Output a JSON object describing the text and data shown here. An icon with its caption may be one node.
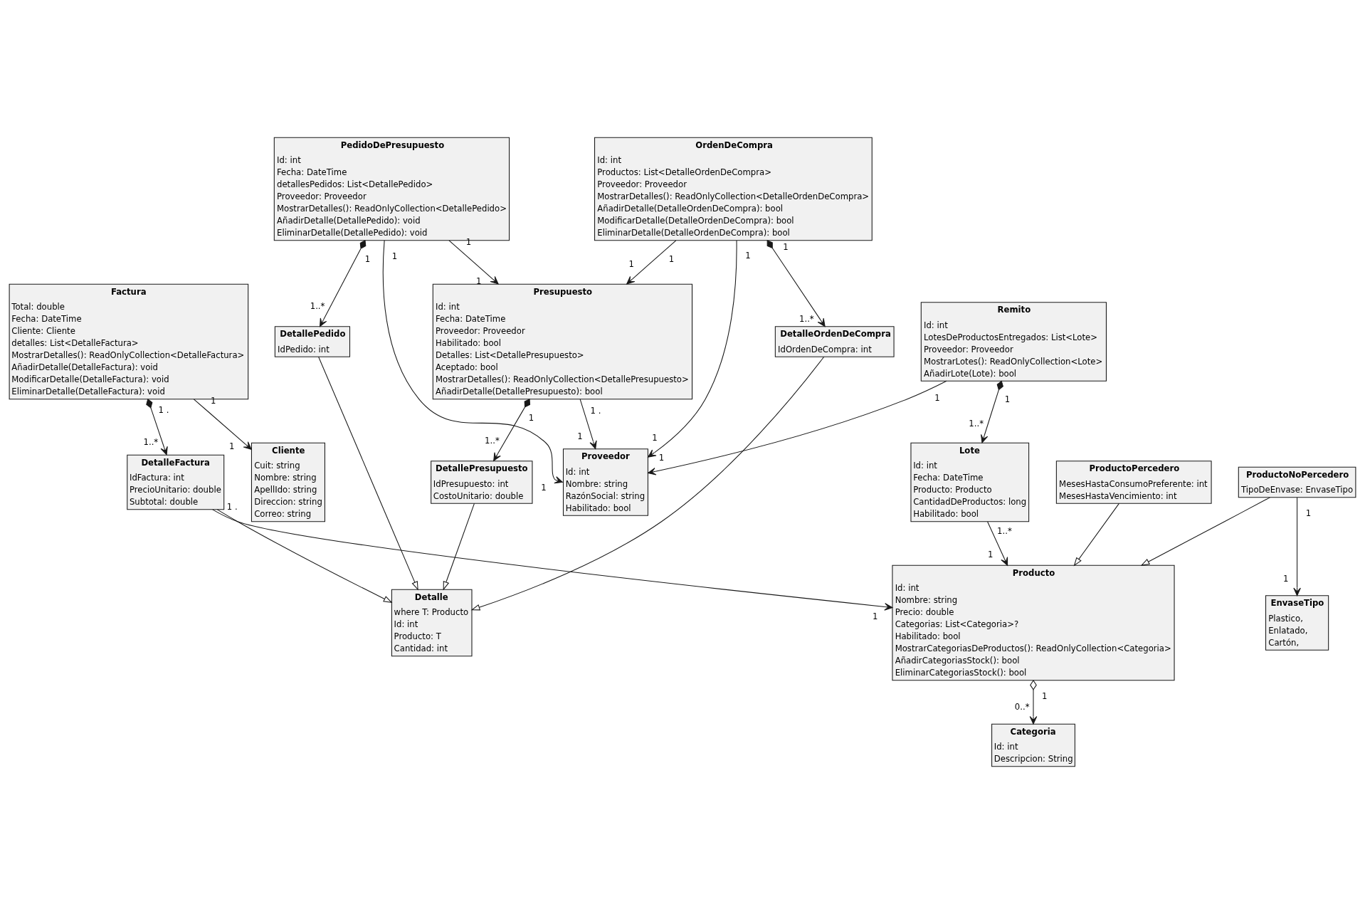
{
  "diagram": {
    "nodes": [
      {
        "text": [
          "Cliente",
          "Cuit: string",
          "Nombre: string",
          "ApellIdo: string",
          "Direccion: string",
          "Correo: string"
        ]
      },
      {
        "text": [
          "PedidoDePresupuesto",
          "Id: int",
          "Fecha: DateTime",
          "detallesPedidos: List<DetallePedido>",
          "Proveedor: Proveedor",
          "MostrarDetalles(): ReadOnlyCollection<DetallePedido>",
          "AñadirDetalle(DetallePedido): void",
          "EliminarDetalle(DetallePedido): void"
        ]
      },
      {
        "text": [
          "OrdenDeCompra",
          "Id: int",
          "Productos: List<DetalleOrdenDeCompra>",
          "Proveedor: Proveedor",
          "MostrarDetalles(): ReadOnlyCollection<DetalleOrdenDeCompra>",
          "AñadirDetalle(DetalleOrdenDeCompra): bool",
          "ModificarDetalle(DetalleOrdenDeCompra): bool",
          "EliminarDetalle(DetalleOrdenDeCompra): bool"
        ]
      },
      {
        "text": [
          "Remito",
          "Id: int",
          "LotesDeProductosEntregados: List<Lote>",
          "Proveedor: Proveedor",
          "MostrarLotes(): ReadOnlyCollection<Lote>",
          "AñadirLote(Lote): bool"
        ]
      },
      {
        "text": [
          "Detalle",
          "where T: Producto",
          "Id: int",
          "Producto: T",
          "Cantidad: int"
        ]
      },
      {
        "text": [
          "Factura",
          "Total: double",
          "Fecha: DateTime",
          "Cliente: Cliente",
          "detalles: List<DetalleFactura>",
          "MostrarDetalles(): ReadOnlyCollection<DetalleFactura>",
          "AñadirDetalle(DetalleFactura): void",
          "ModificarDetalle(DetalleFactura): void",
          "EliminarDetalle(DetalleFactura): void"
        ]
      },
      {
        "text": [
          "Proveedor",
          "Id: int",
          "Nombre: string",
          "RazónSocial: string",
          "Habilitado: bool"
        ]
      },
      {
        "text": [
          "DetallePedido",
          "IdPedido: int"
        ]
      },
      {
        "text": [
          "DetalleOrdenDeCompra",
          "IdOrdenDeCompra: int"
        ]
      },
      {
        "text": [
          "Categoria",
          "Id: int",
          "Descripcion: String"
        ]
      },
      {
        "text": [
          "DetalleFactura",
          "IdFactura: int",
          "PrecioUnitario: double",
          "Subtotal: double"
        ]
      },
      {
        "text": [
          "Presupuesto",
          "Id: int",
          "Fecha: DateTime",
          "Proveedor: Proveedor",
          "Habilitado: bool",
          "Detalles: List<DetallePresupuesto>",
          "Aceptado: bool",
          "MostrarDetalles(): ReadOnlyCollection<DetallePresupuesto>",
          "AñadirDetalle(DetallePresupuesto): bool"
        ]
      },
      {
        "text": [
          "Producto",
          "Id: int",
          "Nombre: string",
          "Precio: double",
          "Categorias: List<Categoria>?",
          "Habilitado: bool",
          "MostrarCategoriasDeProductos(): ReadOnlyCollection<Categoria>",
          "AñadirCategoriasStock(): bool",
          "EliminarCategoriasStock(): bool"
        ]
      },
      {
        "text": [
          "DetallePresupuesto",
          "IdPresupuesto: int",
          "CostoUnitario: double"
        ]
      },
      {
        "text": [
          "Lote",
          "Id: int",
          "Fecha: DateTime",
          "Producto: Producto",
          "CantidadDeProductos: long",
          "Habilitado: bool"
        ]
      },
      {
        "text": [
          "ProductoNoPercedero",
          "TipoDeEnvase: EnvaseTipo"
        ]
      },
      {
        "text": [
          "ProductoPercedero",
          "MesesHastaConsumoPreferente: int",
          "MesesHastaVencimiento: int"
        ]
      },
      {
        "text": [
          "EnvaseTipo",
          "Plastico,",
          "Enlatado,",
          "Cartón,"
        ]
      }
    ],
    "edges": [
      {
        "from": 5,
        "to": 0,
        "arrow": "to"
      },
      {
        "from": 1,
        "to": 11,
        "arrow": "to"
      },
      {
        "from": 1,
        "to": 6,
        "arrow": "to"
      },
      {
        "from": 1,
        "to": 7,
        "arrow": "to"
      },
      {
        "from": 2,
        "to": 11,
        "arrow": "to"
      },
      {
        "from": 2,
        "to": 6,
        "arrow": "to"
      },
      {
        "from": 2,
        "to": 8,
        "arrow": "to"
      },
      {
        "from": 3,
        "to": 6,
        "arrow": "to"
      },
      {
        "from": 3,
        "to": 14,
        "arrow": "to"
      },
      {
        "from": 7,
        "to": 4,
        "arrow": "to"
      },
      {
        "from": 8,
        "to": 4,
        "arrow": "to"
      },
      {
        "from": 13,
        "to": 4,
        "arrow": "to"
      },
      {
        "from": 10,
        "to": 4,
        "arrow": "to"
      },
      {
        "from": 5,
        "to": 10,
        "arrow": "to"
      },
      {
        "from": 11,
        "to": 6,
        "arrow": "to"
      },
      {
        "from": 11,
        "to": 13,
        "arrow": "to"
      },
      {
        "from": 12,
        "to": 9,
        "arrow": "to"
      },
      {
        "from": 10,
        "to": 12,
        "arrow": "to"
      },
      {
        "from": 14,
        "to": 12,
        "arrow": "to"
      },
      {
        "from": 15,
        "to": 12,
        "arrow": "to"
      },
      {
        "from": 16,
        "to": 12,
        "arrow": "to"
      },
      {
        "from": 15,
        "to": 17,
        "arrow": "to"
      }
    ],
    "labels": [
      "1",
      "1",
      "1",
      "1",
      "1",
      "1",
      "1",
      "1..*",
      "1",
      "1",
      "1",
      "1",
      "1",
      "1..*",
      "1",
      "1",
      "1",
      "1..*",
      "1 .",
      "1..*",
      "1 .",
      "1",
      "1",
      "1..*",
      "1",
      "0..*",
      "1 .",
      "1",
      "1..*",
      "1",
      "1",
      "1"
    ]
  }
}
